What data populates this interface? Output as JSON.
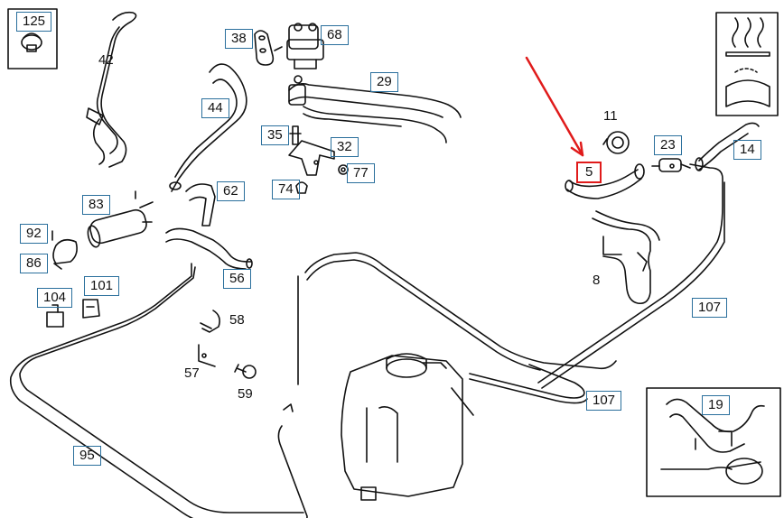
{
  "diagram": {
    "parts": [
      {
        "id": "p125",
        "label": "125",
        "boxed": true
      },
      {
        "id": "p42",
        "label": "42",
        "boxed": false
      },
      {
        "id": "p38",
        "label": "38",
        "boxed": true
      },
      {
        "id": "p68",
        "label": "68",
        "boxed": true
      },
      {
        "id": "p29",
        "label": "29",
        "boxed": true
      },
      {
        "id": "p44",
        "label": "44",
        "boxed": true
      },
      {
        "id": "p35",
        "label": "35",
        "boxed": true
      },
      {
        "id": "p32",
        "label": "32",
        "boxed": true
      },
      {
        "id": "p77",
        "label": "77",
        "boxed": true
      },
      {
        "id": "p74",
        "label": "74",
        "boxed": true
      },
      {
        "id": "p62",
        "label": "62",
        "boxed": true
      },
      {
        "id": "p83",
        "label": "83",
        "boxed": true
      },
      {
        "id": "p92",
        "label": "92",
        "boxed": true
      },
      {
        "id": "p86",
        "label": "86",
        "boxed": true
      },
      {
        "id": "p56",
        "label": "56",
        "boxed": true
      },
      {
        "id": "p104",
        "label": "104",
        "boxed": true
      },
      {
        "id": "p101",
        "label": "101",
        "boxed": true
      },
      {
        "id": "p58",
        "label": "58",
        "boxed": false
      },
      {
        "id": "p57",
        "label": "57",
        "boxed": false
      },
      {
        "id": "p59",
        "label": "59",
        "boxed": false
      },
      {
        "id": "p95",
        "label": "95",
        "boxed": true
      },
      {
        "id": "p11",
        "label": "11",
        "boxed": false
      },
      {
        "id": "p23",
        "label": "23",
        "boxed": true
      },
      {
        "id": "p14",
        "label": "14",
        "boxed": true
      },
      {
        "id": "p5",
        "label": "5",
        "boxed": true,
        "highlighted": true
      },
      {
        "id": "p8",
        "label": "8",
        "boxed": false
      },
      {
        "id": "p107a",
        "label": "107",
        "boxed": true
      },
      {
        "id": "p107b",
        "label": "107",
        "boxed": true
      },
      {
        "id": "p19",
        "label": "19",
        "boxed": true
      }
    ],
    "highlight_color": "#e01b1b",
    "label_box_color": "#2a6f9c"
  }
}
